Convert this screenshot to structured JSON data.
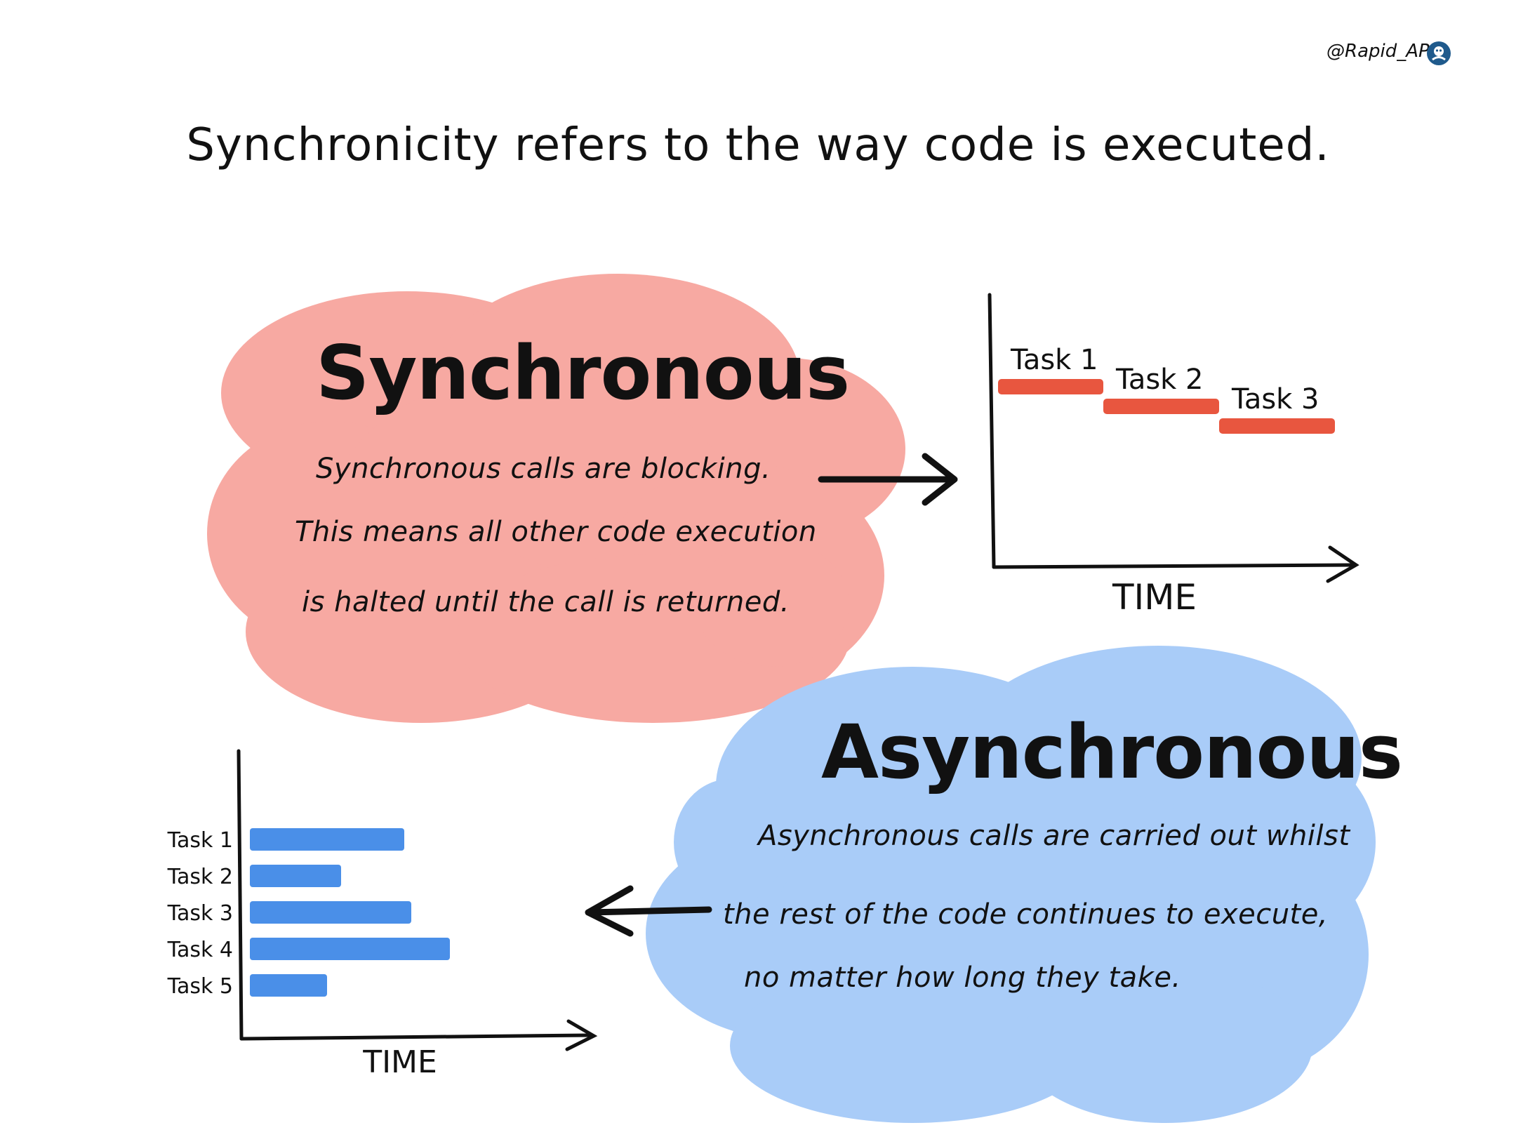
{
  "header": {
    "handle": "@Rapid_API",
    "logo_icon": "rapidapi-logo-icon"
  },
  "title": "Synchronicity refers to the way code is executed.",
  "colors": {
    "sync_cloud": "#f7a9a2",
    "async_cloud": "#a9ccf8",
    "sync_bar": "#e8563f",
    "async_bar": "#4a8fe8",
    "ink": "#111111"
  },
  "synchronous": {
    "heading": "Synchronous",
    "lines": [
      "Synchronous calls are blocking.",
      "This means all other code execution",
      "is halted until the call is returned."
    ],
    "arrow_icon": "arrow-right-icon",
    "chart_data": {
      "type": "bar",
      "orientation": "timeline",
      "xlabel": "TIME",
      "tasks": [
        {
          "label": "Task 1",
          "start": 0,
          "end": 1
        },
        {
          "label": "Task 2",
          "start": 1,
          "end": 2.1
        },
        {
          "label": "Task 3",
          "start": 2.1,
          "end": 3.2
        }
      ]
    }
  },
  "asynchronous": {
    "heading": "Asynchronous",
    "lines": [
      "Asynchronous calls are carried out whilst",
      "the rest of the code continues to execute,",
      "no matter how long they take."
    ],
    "arrow_icon": "arrow-left-icon",
    "chart_data": {
      "type": "bar",
      "orientation": "horizontal",
      "xlabel": "TIME",
      "tasks": [
        {
          "label": "Task 1",
          "start": 0,
          "end": 2.2
        },
        {
          "label": "Task 2",
          "start": 0,
          "end": 1.3
        },
        {
          "label": "Task 3",
          "start": 0,
          "end": 2.3
        },
        {
          "label": "Task 4",
          "start": 0,
          "end": 2.85
        },
        {
          "label": "Task 5",
          "start": 0,
          "end": 1.1
        }
      ]
    }
  }
}
